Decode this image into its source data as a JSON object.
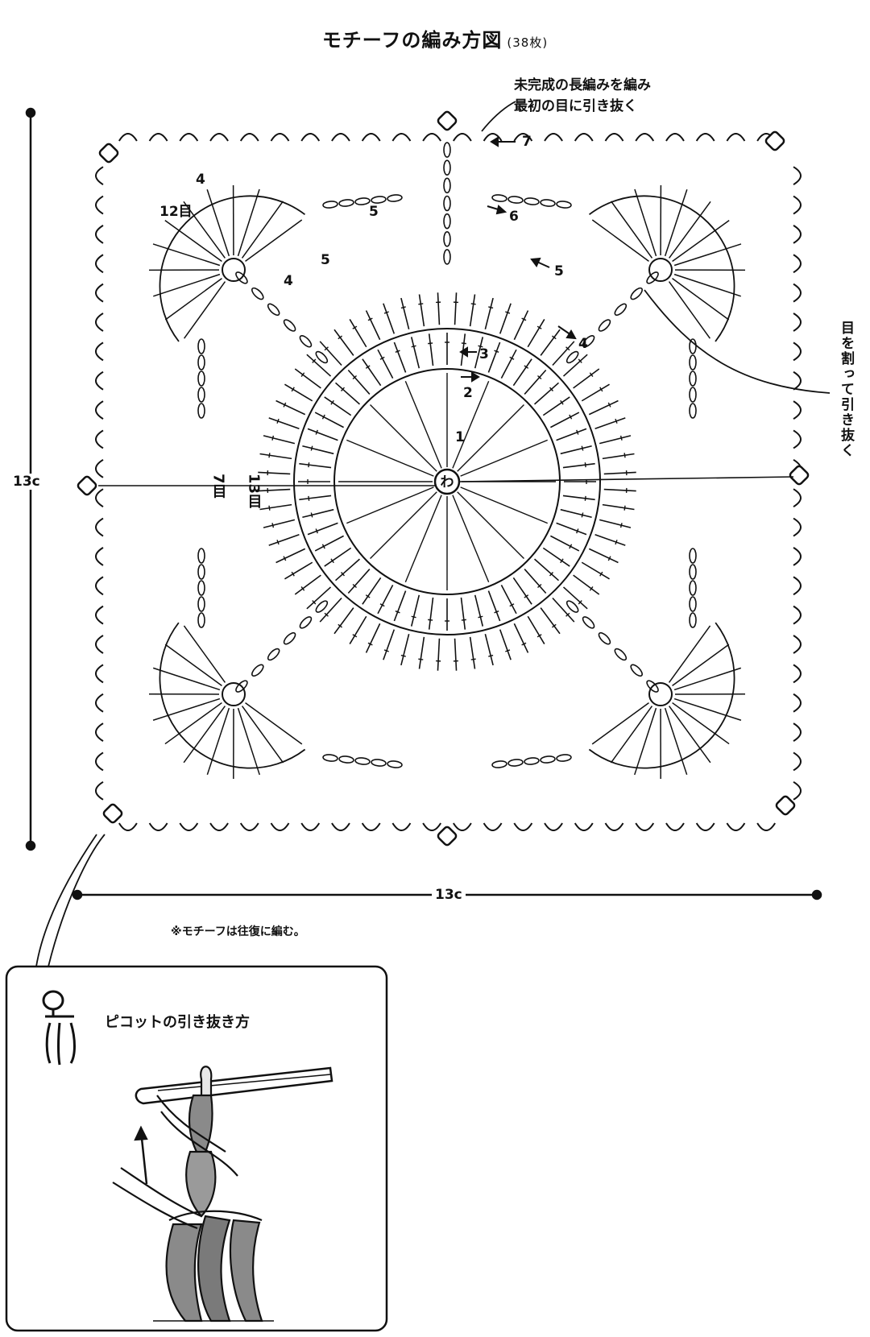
{
  "title": {
    "main": "モチーフの編み方図",
    "count": "(38枚)"
  },
  "notes": {
    "top_line1": "未完成の長編みを編み",
    "top_line2": "最初の目に引き抜く",
    "right": "目を割って引き抜く",
    "bottom": "※モチーフは往復に編む。"
  },
  "dimensions": {
    "width": "13c",
    "height": "13c"
  },
  "chart": {
    "center_label": "わ",
    "round_numbers": [
      "1",
      "2",
      "3",
      "4",
      "5",
      "6",
      "7"
    ],
    "stitch_count_labels": [
      "12目",
      "13目",
      "7目"
    ],
    "corner_round_labels": [
      "4",
      "4",
      "5",
      "5"
    ]
  },
  "inset": {
    "title": "ピコットの引き抜き方"
  },
  "colors": {
    "ink": "#111111",
    "yarn": "#8a8a8a",
    "yarn_light": "#d0d0d0",
    "paper": "#ffffff"
  }
}
